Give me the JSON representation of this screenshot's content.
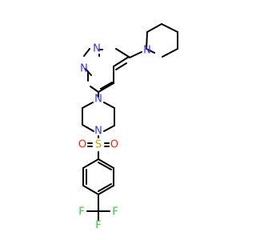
{
  "molecule": {
    "atoms": {
      "n_pip": "N",
      "n_pyr_1": "N",
      "n_pyr_2": "N",
      "n_pz_top": "N",
      "n_pz_bot": "N",
      "s": "S",
      "o_left": "O",
      "o_right": "O",
      "f_top": "F",
      "f_left": "F",
      "f_right": "F"
    },
    "colors": {
      "N": "#3333ff",
      "S": "#c9a400",
      "O": "#ff2200",
      "F": "#33cc33",
      "bond": "#000000"
    }
  }
}
